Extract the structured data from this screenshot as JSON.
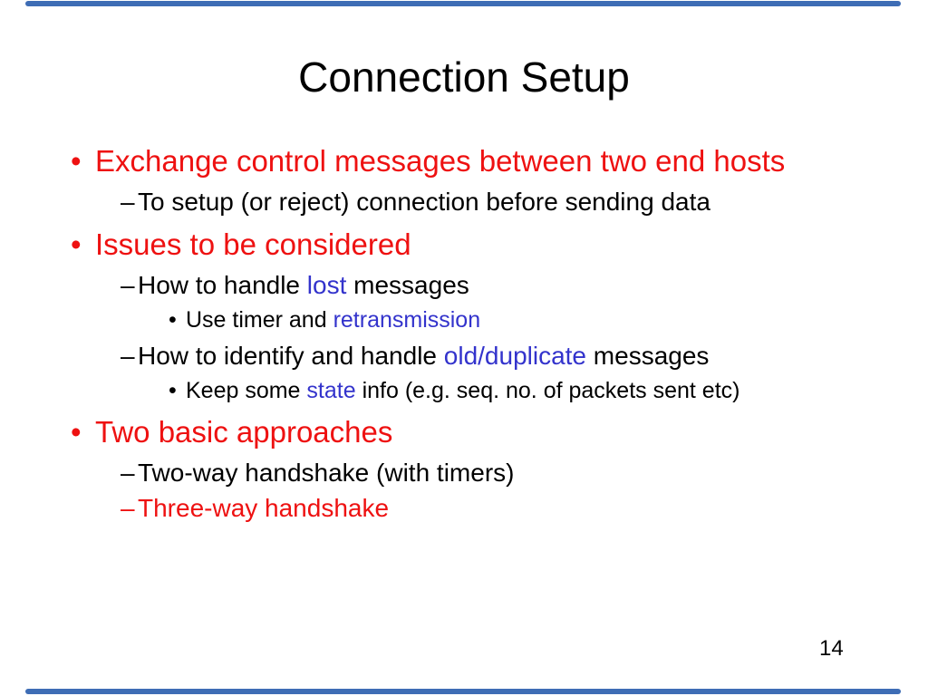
{
  "slide": {
    "title": "Connection Setup",
    "page_number": "14",
    "colors": {
      "red": "#EE1111",
      "blue": "#3333CC",
      "black": "#000000",
      "bar_blue": "#3E6DB5",
      "background": "#FFFFFF"
    },
    "bullets": [
      {
        "level": 1,
        "marker": "•",
        "marker_color": "red",
        "segments": [
          {
            "text": "Exchange control messages between two end hosts",
            "color": "red"
          }
        ]
      },
      {
        "level": 2,
        "marker": "–",
        "marker_color": "black",
        "segments": [
          {
            "text": "To setup (or reject) connection before sending data",
            "color": "black"
          }
        ]
      },
      {
        "level": 1,
        "marker": "•",
        "marker_color": "red",
        "segments": [
          {
            "text": "Issues to be considered",
            "color": "red"
          }
        ]
      },
      {
        "level": 2,
        "marker": "–",
        "marker_color": "black",
        "segments": [
          {
            "text": "How to handle ",
            "color": "black"
          },
          {
            "text": "lost",
            "color": "blue"
          },
          {
            "text": " messages",
            "color": "black"
          }
        ]
      },
      {
        "level": 3,
        "marker": "•",
        "marker_color": "black",
        "segments": [
          {
            "text": "Use timer and ",
            "color": "black"
          },
          {
            "text": "retransmission",
            "color": "blue"
          }
        ]
      },
      {
        "level": 2,
        "marker": "–",
        "marker_color": "black",
        "segments": [
          {
            "text": "How to identify and handle ",
            "color": "black"
          },
          {
            "text": "old/duplicate",
            "color": "blue"
          },
          {
            "text": " messages",
            "color": "black"
          }
        ]
      },
      {
        "level": 3,
        "marker": "•",
        "marker_color": "black",
        "segments": [
          {
            "text": "Keep some ",
            "color": "black"
          },
          {
            "text": "state",
            "color": "blue"
          },
          {
            "text": " info (e.g. seq. no. of packets sent etc)",
            "color": "black"
          }
        ]
      },
      {
        "level": 1,
        "marker": "•",
        "marker_color": "red",
        "segments": [
          {
            "text": "Two basic approaches",
            "color": "red"
          }
        ]
      },
      {
        "level": 2,
        "marker": "–",
        "marker_color": "black",
        "segments": [
          {
            "text": "Two-way handshake (with timers)",
            "color": "black"
          }
        ]
      },
      {
        "level": 2,
        "marker": "–",
        "marker_color": "red",
        "segments": [
          {
            "text": "Three-way handshake",
            "color": "red"
          }
        ]
      }
    ]
  }
}
